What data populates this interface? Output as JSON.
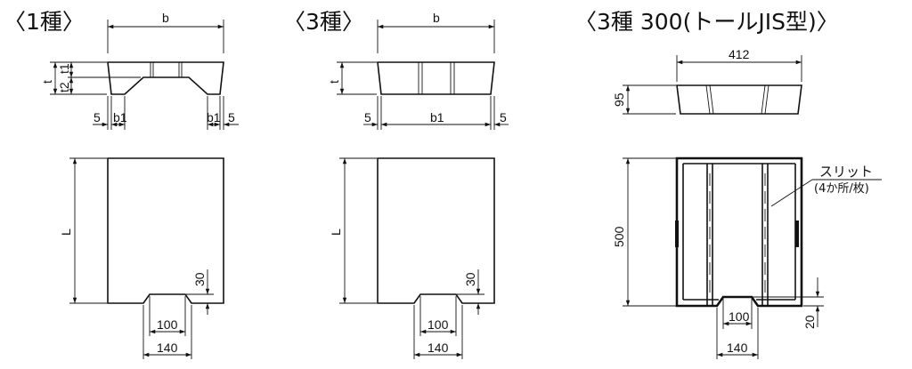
{
  "titles": {
    "type1": "〈1種〉",
    "type3": "〈3種〉",
    "type3_300": "〈3種 300(トールJIS型)〉"
  },
  "labels": {
    "b": "b",
    "t": "t",
    "t1": "t1",
    "t2": "t2",
    "b1": "b1",
    "L": "L",
    "five": "5",
    "thirty": "30",
    "hundred": "100",
    "one_forty": "140",
    "four_twelve": "412",
    "ninety_five": "95",
    "five_hundred": "500",
    "twenty": "20",
    "slit": "スリット",
    "slit_note": "(4か所/枚)"
  }
}
